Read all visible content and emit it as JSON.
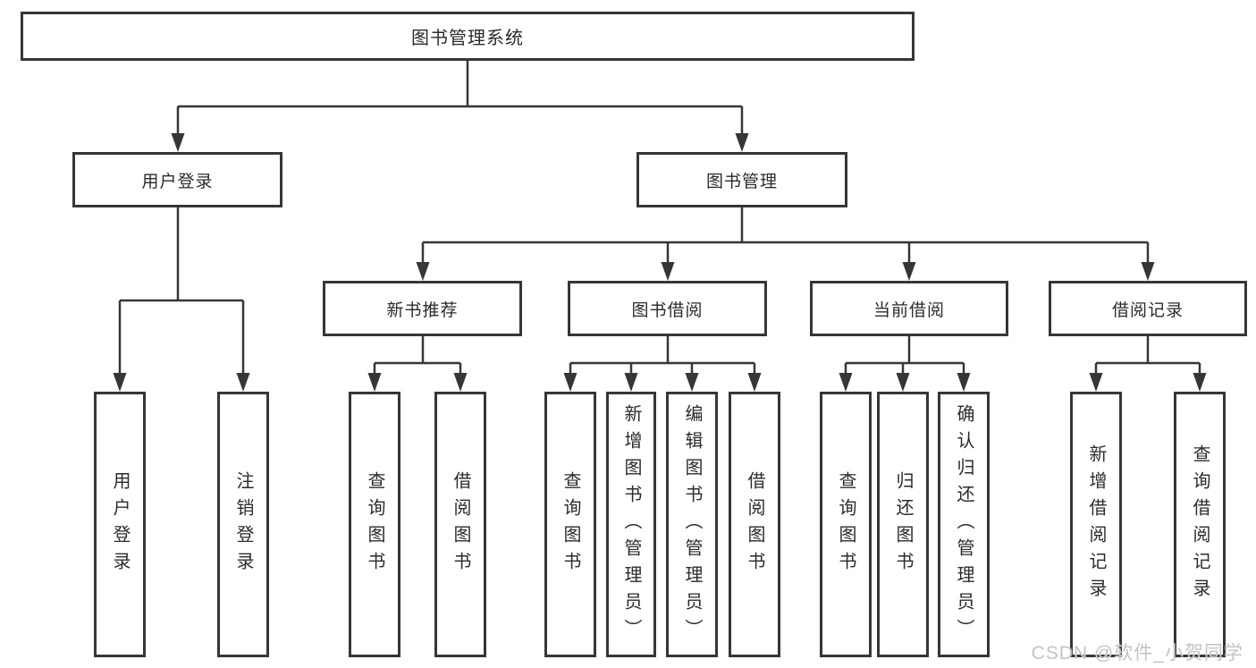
{
  "diagram": {
    "title": "图书管理系统",
    "level2": {
      "user_login": "用户登录",
      "book_management": "图书管理"
    },
    "level3": {
      "new_book_recommend": "新书推荐",
      "book_borrow": "图书借阅",
      "current_borrow": "当前借阅",
      "borrow_records": "借阅记录"
    },
    "leaves": {
      "user_login": "用户登录",
      "logout_login": "注销登录",
      "recommend_query_books": "查询图书",
      "recommend_borrow_books": "借阅图书",
      "borrow_query_books": "查询图书",
      "borrow_add_books_admin": "新增图书（管理员）",
      "borrow_edit_books_admin": "编辑图书（管理员）",
      "borrow_borrow_books": "借阅图书",
      "current_query_books": "查询图书",
      "current_return_books": "归还图书",
      "current_confirm_return_admin": "确认归还（管理员）",
      "records_add_record": "新增借阅记录",
      "records_query_record": "查询借阅记录"
    }
  },
  "watermark": "CSDN @软件_小贺同学",
  "colors": {
    "line": "#363636",
    "border": "#363636",
    "text": "#2b2b2b",
    "watermark": "#c3c3c3",
    "background": "#ffffff"
  }
}
